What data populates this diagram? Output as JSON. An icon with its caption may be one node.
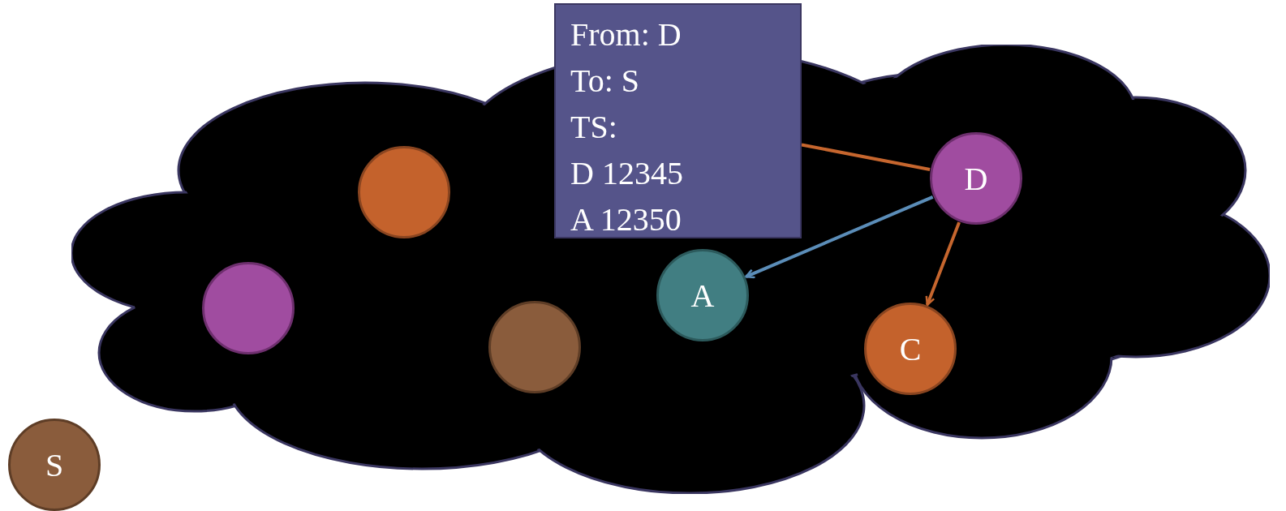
{
  "diagram": {
    "nodes": [
      {
        "text": [],
        "shape": "cloud"
      },
      {
        "text": [
          "From: D",
          "To: S",
          "TS:",
          "D 12345",
          "A 12350"
        ]
      },
      {
        "text": [],
        "shape": "circle",
        "in": 0
      },
      {
        "text": [
          "D"
        ],
        "in": 0
      },
      {
        "text": [],
        "shape": "circle",
        "in": 0
      },
      {
        "text": [
          "A"
        ],
        "in": 0
      },
      {
        "text": [],
        "shape": "circle",
        "in": 0
      },
      {
        "text": [
          "C"
        ],
        "in": 0
      },
      {
        "text": [
          "S"
        ]
      }
    ],
    "edges": [
      {
        "from": 1,
        "to": 3,
        "arrow": "none",
        "color": "#c6662e"
      },
      {
        "from": 3,
        "to": 5,
        "arrow": "to",
        "color": "#5b8db8"
      },
      {
        "from": 3,
        "to": 7,
        "arrow": "to",
        "color": "#c6662e"
      }
    ]
  }
}
